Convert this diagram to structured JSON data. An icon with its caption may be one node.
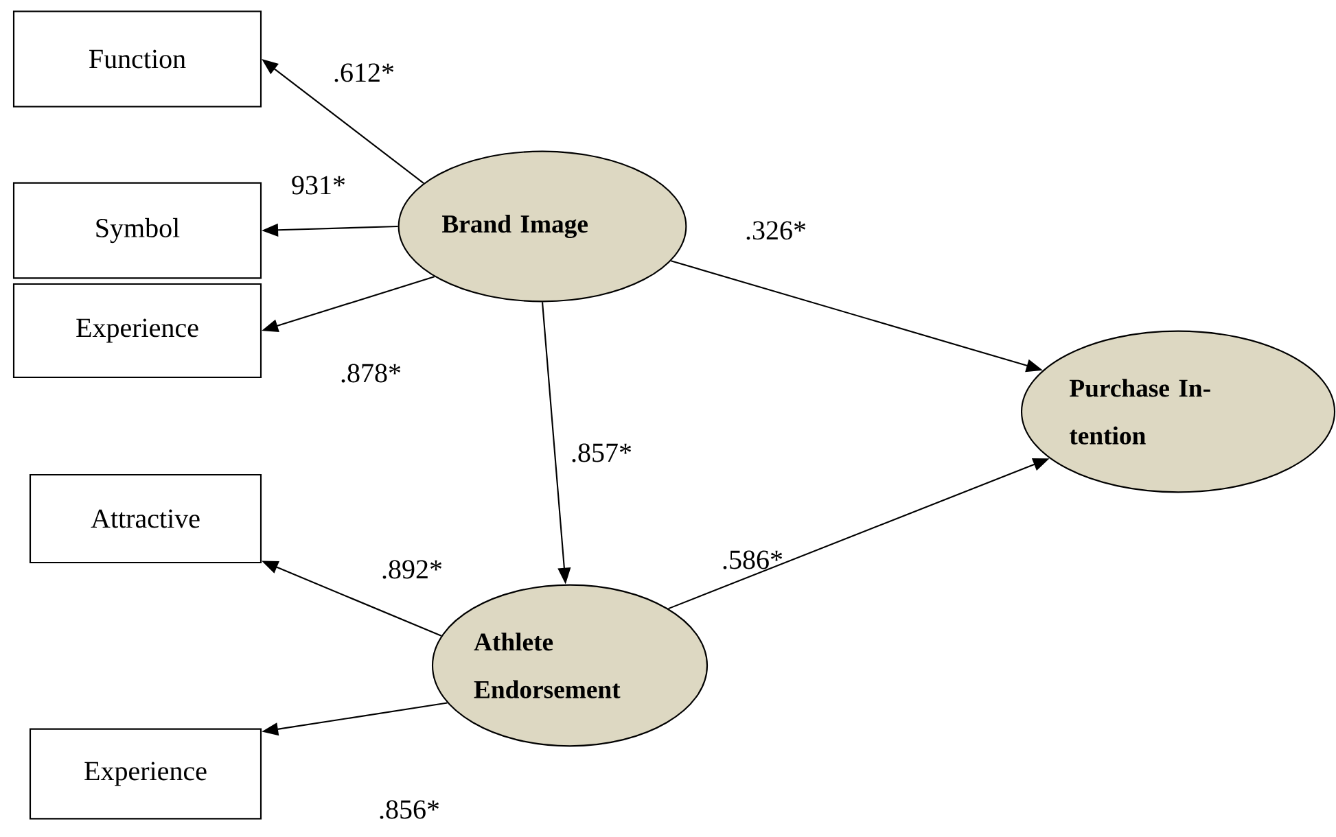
{
  "diagram": {
    "nodes": [
      {
        "text": [
          "Function"
        ]
      },
      {
        "text": [
          "Symbol"
        ]
      },
      {
        "text": [
          "Experience"
        ]
      },
      {
        "text": [
          "Brand Image"
        ]
      },
      {
        "text": [
          "Purchase In- tention"
        ]
      },
      {
        "text": [
          "Attractive"
        ]
      },
      {
        "text": [
          "Athlete Endorsement"
        ]
      },
      {
        "text": [
          "Experience"
        ]
      }
    ],
    "edges": [
      {
        "from": 3,
        "to": 0,
        "arrow": "to",
        "label": ".612*"
      },
      {
        "from": 3,
        "to": 1,
        "arrow": "to",
        "label": "931*"
      },
      {
        "from": 3,
        "to": 2,
        "arrow": "to",
        "label": ".878*"
      },
      {
        "from": 3,
        "to": 4,
        "arrow": "to",
        "label": ".326*"
      },
      {
        "from": 3,
        "to": 6,
        "arrow": "to",
        "label": ".857*"
      },
      {
        "from": 6,
        "to": 4,
        "arrow": "to",
        "label": ".586*"
      },
      {
        "from": 6,
        "to": 5,
        "arrow": "to",
        "label": ".892*"
      },
      {
        "from": 6,
        "to": 7,
        "arrow": "to",
        "label": ".856*"
      }
    ]
  }
}
